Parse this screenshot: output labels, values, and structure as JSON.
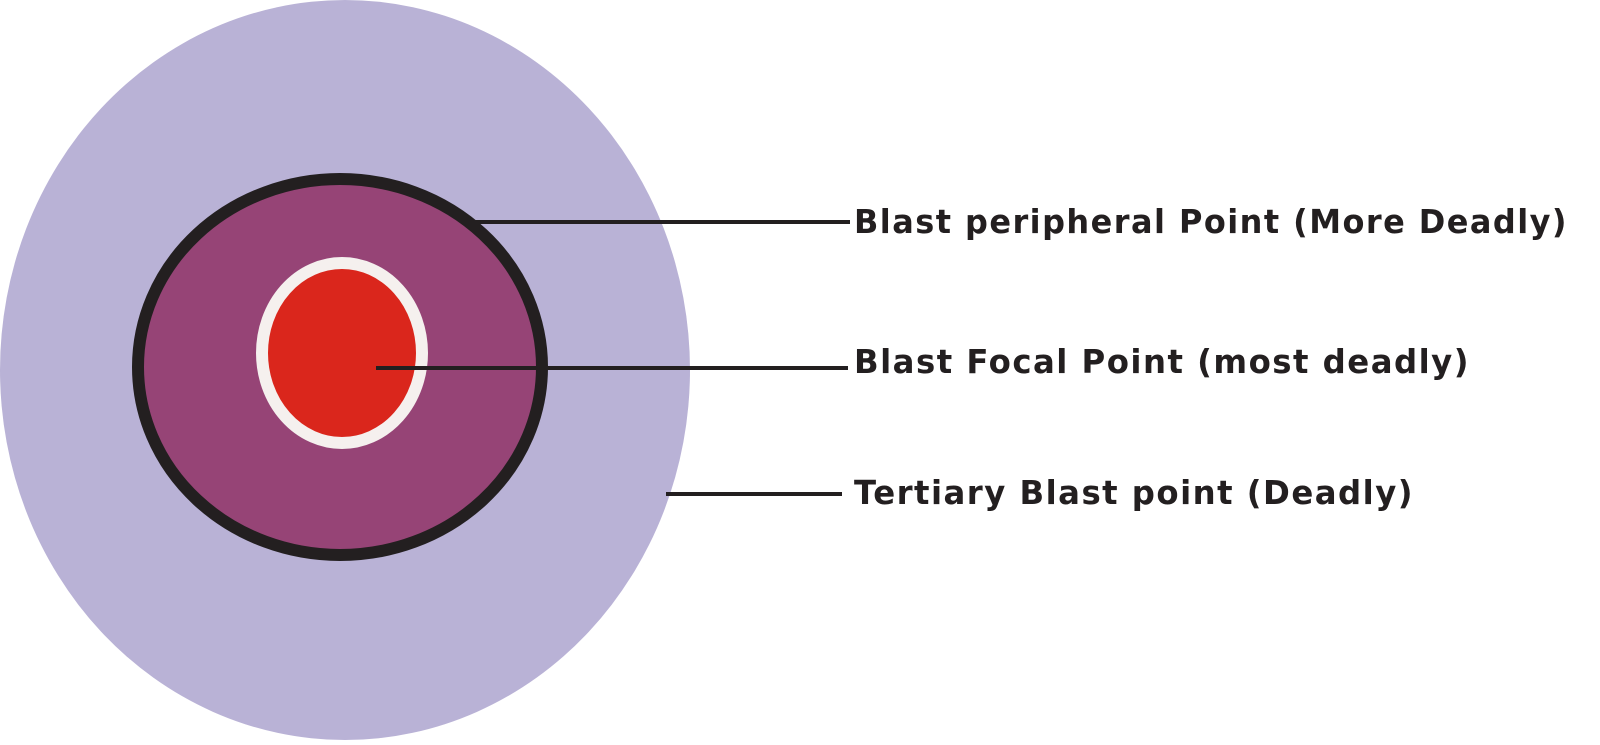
{
  "zones": {
    "tertiary": {
      "label": "Tertiary Blast point (Deadly)",
      "color": "#b9b2d6"
    },
    "peripheral": {
      "label": "Blast peripheral Point (More Deadly)",
      "color": "#964476",
      "border_color": "#231f20"
    },
    "focal": {
      "label": "Blast Focal Point (most deadly)",
      "color": "#da261c",
      "border_color": "#f5f0ee"
    }
  },
  "colors": {
    "leader_line": "#231f20",
    "text": "#231f20",
    "background": "#ffffff"
  }
}
